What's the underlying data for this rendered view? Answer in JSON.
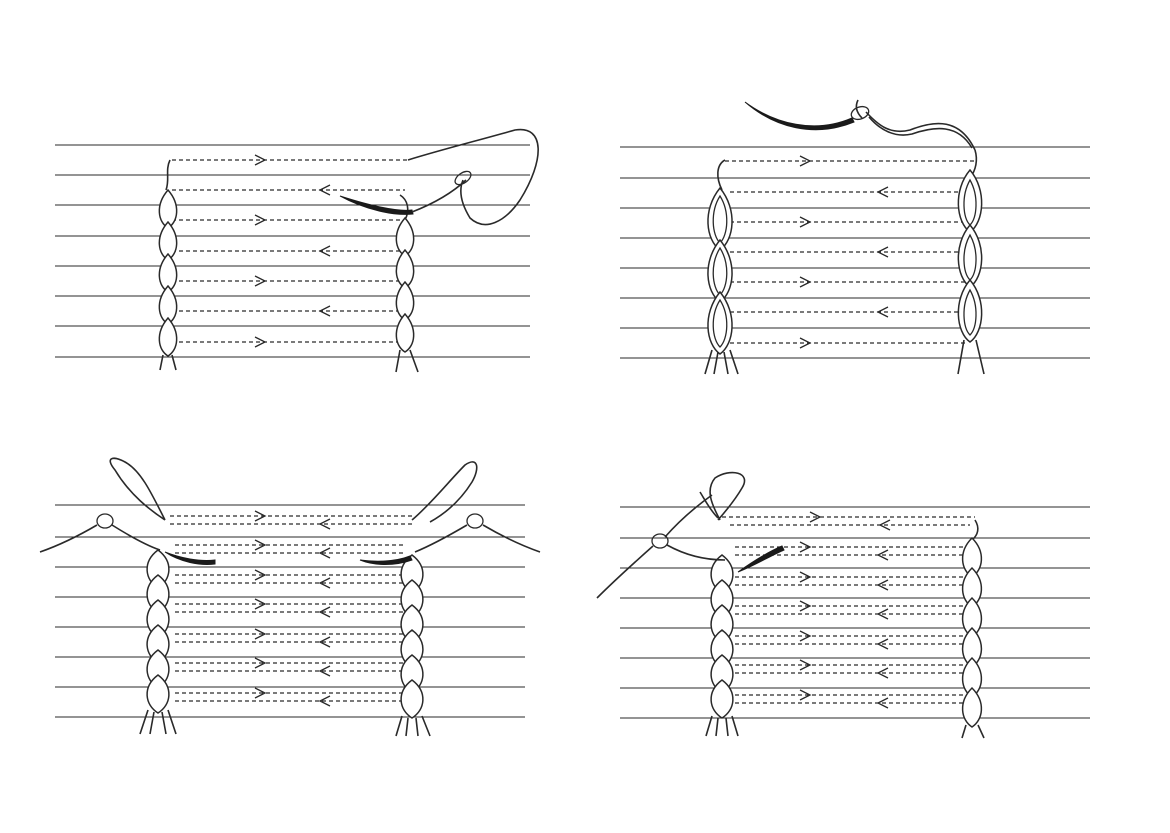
{
  "figure": {
    "kind": "stitch-illustration",
    "panels": [
      {
        "id": "panel-1",
        "step": 1,
        "rows": 7,
        "chain_left": "single",
        "chain_right": "single",
        "needle": "upper-right",
        "arrow_pattern": [
          "right",
          "left",
          "right",
          "left",
          "right",
          "left",
          "right"
        ]
      },
      {
        "id": "panel-2",
        "step": 2,
        "rows": 7,
        "chain_left": "double",
        "chain_right": "single",
        "needle": "top-left",
        "arrow_pattern": [
          "right",
          "left",
          "right",
          "left",
          "right",
          "left",
          "right"
        ]
      },
      {
        "id": "panel-3",
        "step": 3,
        "rows": 7,
        "chain_left": "braided",
        "chain_right": "braided",
        "needle": "both-sides",
        "arrow_pattern": [
          "right-left",
          "right-left",
          "right-left",
          "right-left",
          "right-left",
          "right-left",
          "right-left"
        ]
      },
      {
        "id": "panel-4",
        "step": 4,
        "rows": 7,
        "chain_left": "braided",
        "chain_right": "single",
        "needle": "left",
        "arrow_pattern": [
          "right-left",
          "right-left",
          "right-left",
          "right-left",
          "right-left",
          "right-left",
          "right-left"
        ]
      }
    ],
    "ink_color": "#2a2a2a",
    "paper_color": "#ffffff"
  }
}
